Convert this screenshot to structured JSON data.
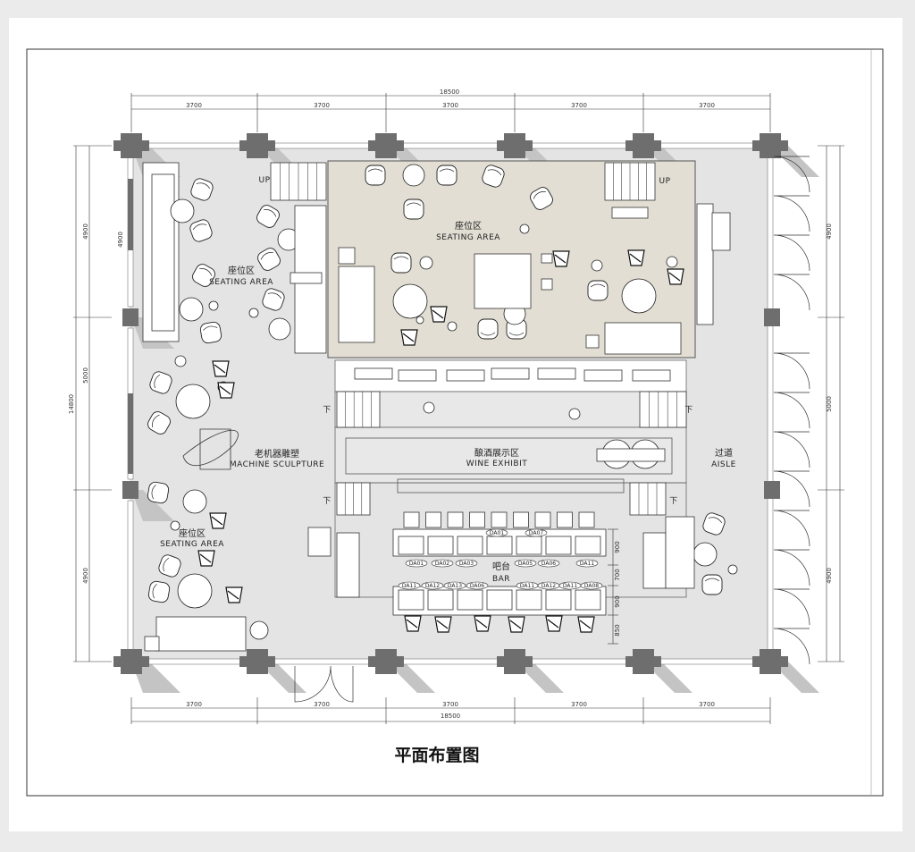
{
  "drawing": {
    "title": "平面布置图",
    "dimensions": {
      "top_total": "18500",
      "top_segments": [
        "3700",
        "3700",
        "3700",
        "3700",
        "3700"
      ],
      "bottom_total": "18500",
      "bottom_segments": [
        "3700",
        "3700",
        "3700",
        "3700",
        "3700"
      ],
      "left_total": "14800",
      "left_segments": [
        "4900",
        "5000",
        "4900"
      ],
      "left_window": "4900",
      "right_segments": [
        "4900",
        "5000",
        "4900"
      ],
      "bar_segments": [
        "900",
        "700",
        "900",
        "850"
      ]
    },
    "zones": {
      "seating_left_top": {
        "cn": "座位区",
        "en": "SEATING AREA"
      },
      "seating_center": {
        "cn": "座位区",
        "en": "SEATING AREA"
      },
      "seating_left_bottom": {
        "cn": "座位区",
        "en": "SEATING AREA"
      },
      "sculpture": {
        "cn": "老机器雕塑",
        "en": "MACHINE SCULPTURE"
      },
      "wine": {
        "cn": "酿酒展示区",
        "en": "WINE EXHIBIT"
      },
      "aisle": {
        "cn": "过道",
        "en": "AISLE"
      },
      "bar": {
        "cn": "吧台",
        "en": "BAR"
      }
    },
    "stairs": {
      "up_left": "UP",
      "up_right": "UP",
      "down": "下"
    },
    "bar_tags": {
      "top": [
        "DA01",
        "DA07"
      ],
      "middle": [
        "DA01",
        "DA02",
        "DA03",
        "DA05",
        "DA06",
        "DA11"
      ],
      "lower": [
        "DA11",
        "DA12",
        "DA13",
        "DA06",
        "DA11",
        "DA12",
        "DA11",
        "DA08"
      ]
    },
    "colors": {
      "wall": "#6e6e6e",
      "floor": "#e4e4e4",
      "seating_zone": "#e2ded3",
      "shadow": "#c4c4c4"
    }
  }
}
